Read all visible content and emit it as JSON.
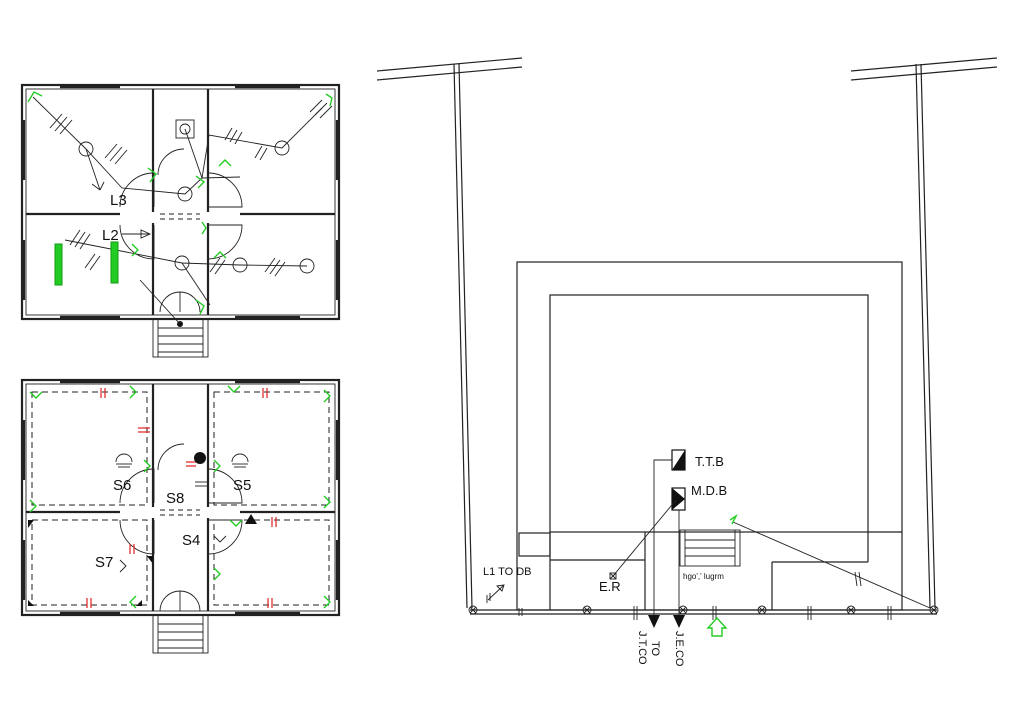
{
  "lighting_plan": {
    "labels": {
      "l3": "L3",
      "l2": "L2"
    }
  },
  "socket_plan": {
    "labels": {
      "s6": "S6",
      "s5": "S5",
      "s8": "S8",
      "s4": "S4",
      "s7": "S7"
    }
  },
  "site_plan": {
    "labels": {
      "ttb": "T.T.B",
      "mdb": "M.D.B",
      "er": "E.R",
      "l1_to_db": "L1 TO DB",
      "small_note": "hgo',' lugrm",
      "jtco_to": "TO",
      "jtco": "J.T.CO",
      "jeco": "J.E.CO"
    }
  },
  "colors": {
    "lighting_wiring": "#22cc22",
    "socket_marks": "#e02020",
    "lines": "#222222"
  }
}
